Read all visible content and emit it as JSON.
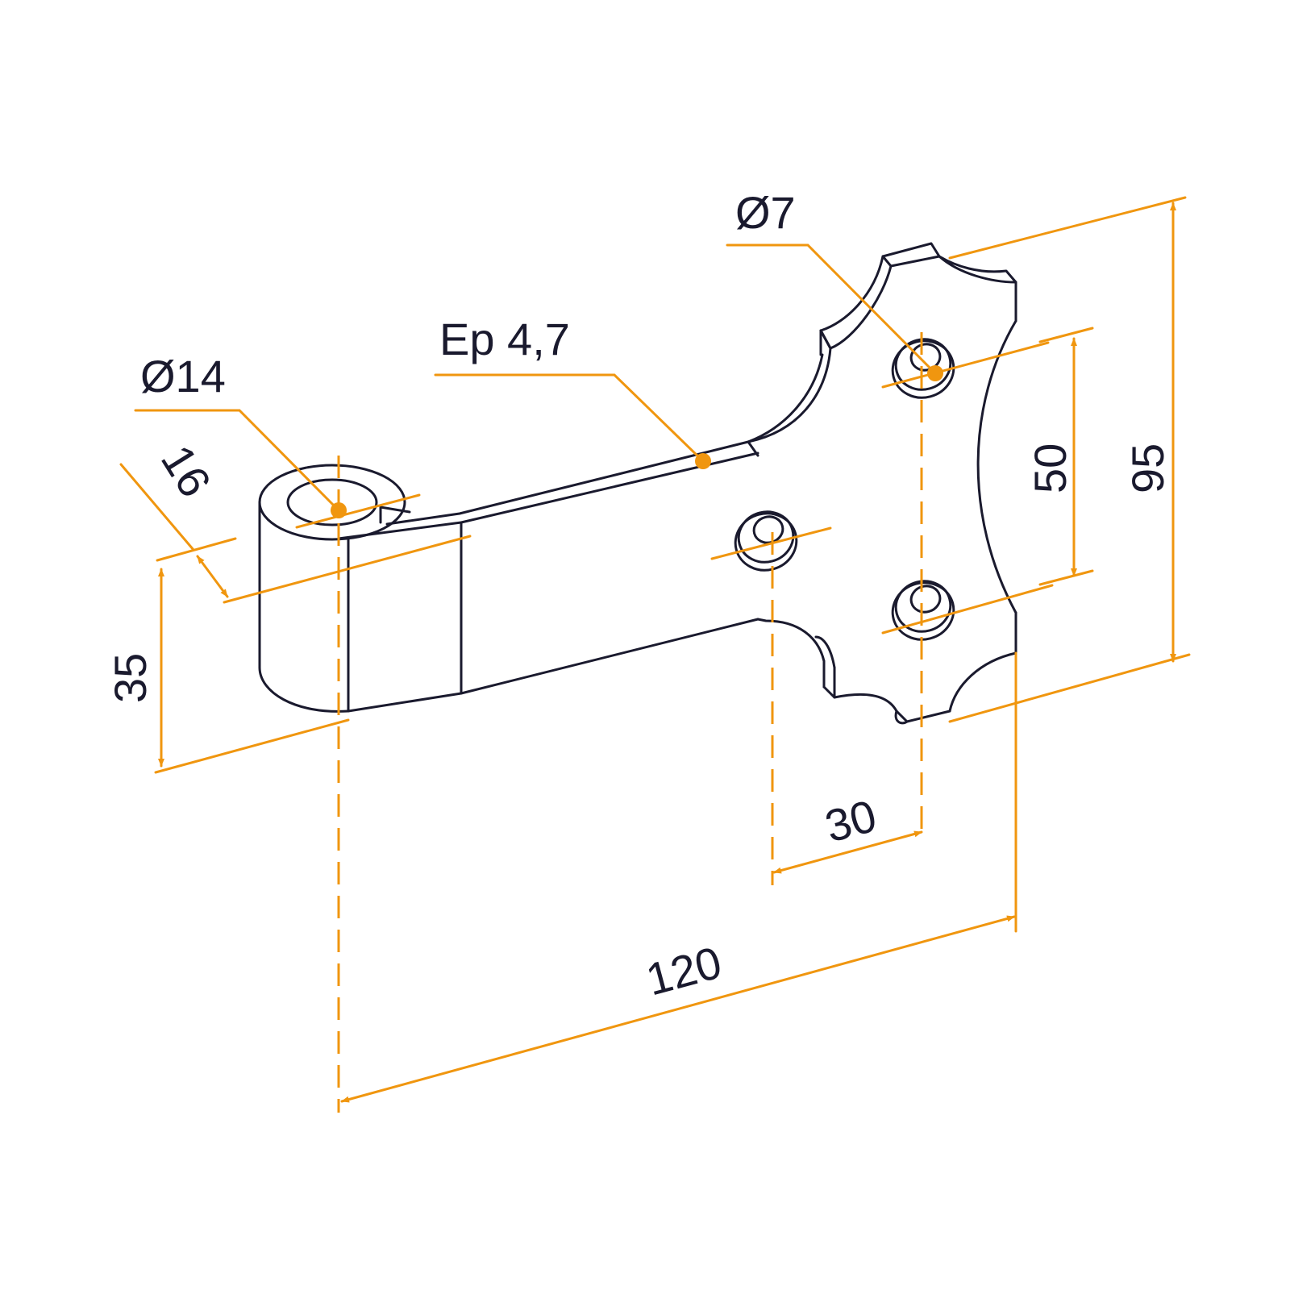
{
  "dimensions": {
    "pin_diameter": "Ø14",
    "hole_diameter": "Ø7",
    "thickness": "Ep 4,7",
    "barrel_offset": "16",
    "barrel_height": "35",
    "hole_spacing_horizontal": "30",
    "overall_length": "120",
    "hole_spacing_vertical": "50",
    "overall_height": "95"
  },
  "colors": {
    "outline": "#1a1a2e",
    "dimension": "#f0960f"
  }
}
